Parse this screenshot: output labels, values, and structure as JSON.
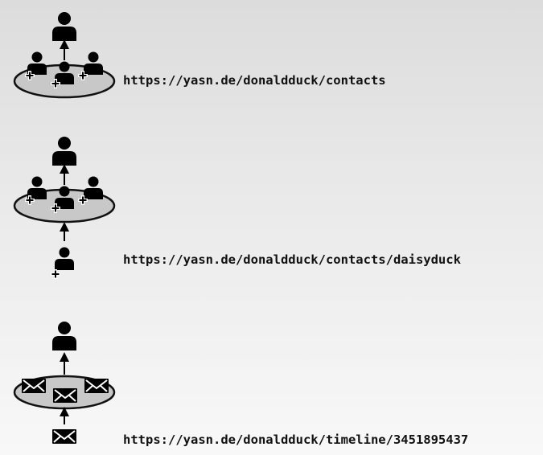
{
  "colors": {
    "icon": "#000000",
    "platter_fill": "#c8c8c8",
    "platter_stroke": "#111111",
    "url_text": "#111111"
  },
  "rows": [
    {
      "icon_semantic": "contacts-collection-icon",
      "url": "https://yasn.de/donaldduck/contacts"
    },
    {
      "icon_semantic": "add-contact-to-collection-icon",
      "url": "https://yasn.de/donaldduck/contacts/daisyduck"
    },
    {
      "icon_semantic": "timeline-message-icon",
      "url": "https://yasn.de/donaldduck/timeline/3451895437"
    }
  ]
}
